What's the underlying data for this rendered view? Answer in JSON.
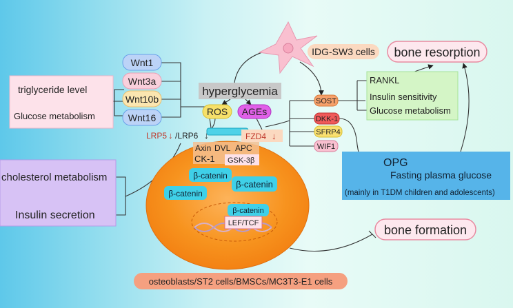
{
  "wnt_ligands": [
    "Wnt1",
    "Wnt3a",
    "Wnt10b",
    "Wnt16"
  ],
  "left_effects": [
    "triglyceride level",
    "Glucose metabolism"
  ],
  "lower_left_effects": [
    "cholesterol metabolism",
    "Insulin secretion"
  ],
  "center": {
    "cell_type": "IDG-SW3 cells",
    "trigger": "hyperglycemia",
    "mediators": [
      "ROS",
      "AGEs"
    ],
    "receptors": {
      "lrp": "LRP5",
      "lrp6": "/LRP6",
      "fzd": "FZD4"
    },
    "complex": {
      "axin": "Axin",
      "dvl": "DVL",
      "apc": "APC",
      "ck1": "CK-1",
      "gsk3b": "GSK-3β"
    },
    "beta_catenin": "β-catenin",
    "lef_tcf": "LEF/TCF",
    "cell_label": "osteoblasts/ST2 cells/BMSCs/MC3T3-E1 cells"
  },
  "inhibitors": [
    "SOST",
    "DKK-1",
    "SFRP4",
    "WIF1"
  ],
  "right_top": {
    "outcome": "bone resorption",
    "items": [
      "RANKL",
      "Insulin sensitivity",
      "Glucose metabolism"
    ]
  },
  "right_mid": {
    "opg": "OPG",
    "fasting": "Fasting plasma glucose",
    "note": "(mainly in T1DM children and adolescents)"
  },
  "bone_formation": "bone formation",
  "colors": {
    "wnt_pill": "#bcd3f7",
    "left_box": "#fde2ea",
    "purple_box": "#d7c2f5",
    "green_box": "#d4f5c6",
    "blue_box": "#56b4e9",
    "cell": "#f7931e",
    "beta_catenin": "#3fd0e8",
    "ros": "#f6e06a",
    "ages": "#e060e8",
    "sost": "#f6a06a",
    "dkk1": "#f05a5a"
  }
}
